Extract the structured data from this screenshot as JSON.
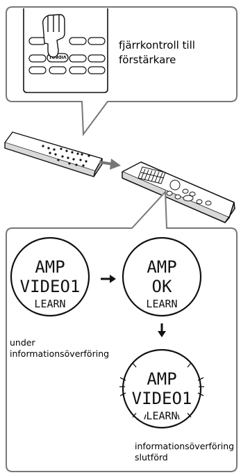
{
  "remote_caption_line1": "fjärrkontroll till",
  "remote_caption_line2": "förstärkare",
  "button_label": "VIDEO1",
  "display1": {
    "line1": "AMP",
    "line2": "VIDEO1",
    "line3": "LEARN"
  },
  "display2": {
    "line1": "AMP",
    "line2": "OK",
    "line3": "LEARN"
  },
  "display3": {
    "line1": "AMP",
    "line2": "VIDEO1",
    "line3": "LEARN"
  },
  "caption_under_line1": "under",
  "caption_under_line2": "informationsöverföring",
  "caption_done_line1": "informationsöverföring",
  "caption_done_line2": "slutförd"
}
